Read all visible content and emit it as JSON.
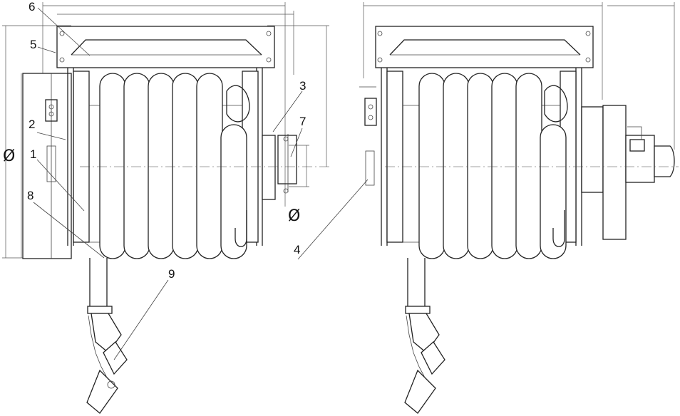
{
  "callouts": [
    "1",
    "2",
    "3",
    "4",
    "5",
    "6",
    "7",
    "8",
    "9"
  ],
  "diameter_symbol": "Ø"
}
